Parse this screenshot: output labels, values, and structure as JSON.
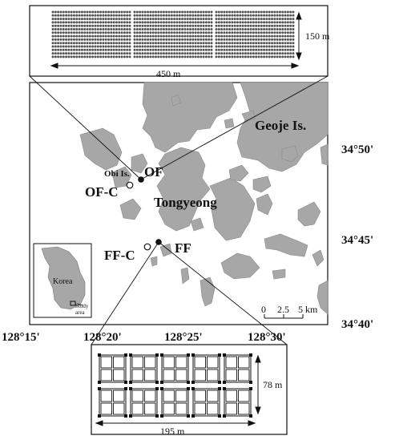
{
  "map": {
    "latitude_labels": [
      "34°50'",
      "34°45'",
      "34°40'"
    ],
    "longitude_labels": [
      "128°15'",
      "128°20'",
      "128°25'",
      "128°30'"
    ],
    "places": {
      "geoje": "Geoje Is.",
      "obi": "Obi Is.",
      "tongyeong": "Tongyeong"
    },
    "sites": {
      "of": "OF",
      "of_c": "OF-C",
      "ff": "FF",
      "ff_c": "FF-C"
    },
    "scale_bar": {
      "ticks": [
        "0",
        "2.5",
        "5 km"
      ]
    },
    "inset": {
      "country": "Korea",
      "study_area": [
        "Study",
        "area"
      ]
    },
    "colors": {
      "land": "#a7a7a7",
      "sea": "#ffffff",
      "outline": "#111111"
    }
  },
  "top_farm": {
    "width_label": "450 m",
    "height_label": "150 m",
    "blocks": 3,
    "rows": 14,
    "cols": 30
  },
  "bottom_farm": {
    "width_label": "195 m",
    "height_label": "78 m",
    "rows": 2,
    "cols": 5
  }
}
